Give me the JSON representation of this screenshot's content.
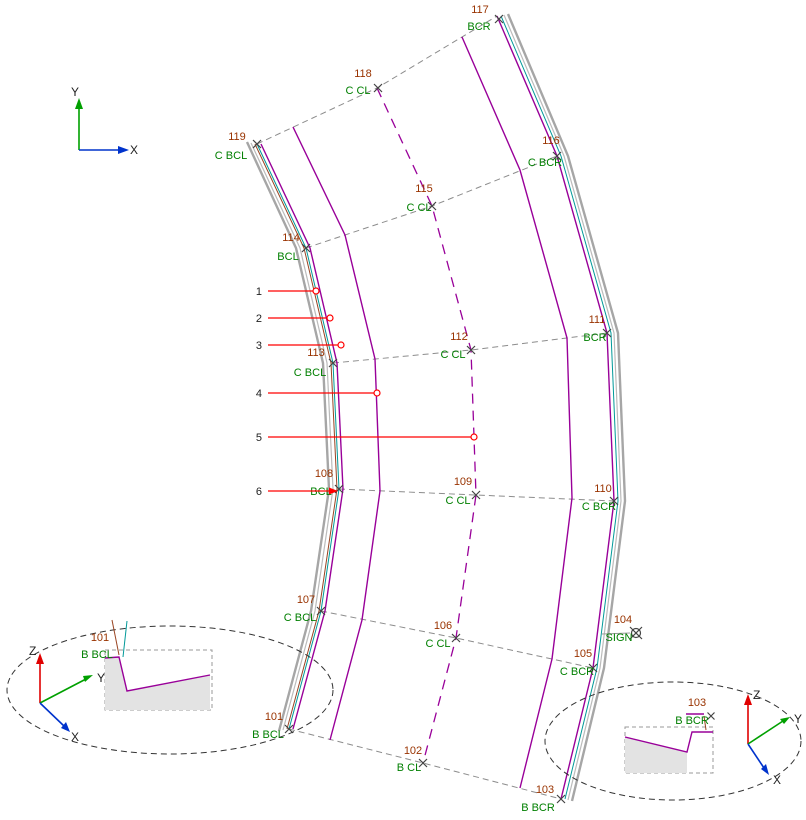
{
  "colors": {
    "point_number": "#993300",
    "point_label": "#007F00",
    "red": "#FF0000",
    "purple": "#990099",
    "teal": "#009999",
    "brown": "#994422",
    "gray": "#A6A6A6",
    "gray_light": "#BBBBBB",
    "dash": "#8C8C8C",
    "black": "#222222",
    "axis_x": "#0033CC",
    "axis_y": "#00A000",
    "axis_z": "#E00000",
    "fill_gray": "#E3E3E3"
  },
  "main_axes": {
    "x": "X",
    "y": "Y"
  },
  "sections": {
    "labels": [
      "1",
      "2",
      "3",
      "4",
      "5",
      "6"
    ]
  },
  "points": [
    {
      "num": "117",
      "label": "BCR"
    },
    {
      "num": "118",
      "label": "C CL"
    },
    {
      "num": "119",
      "label": "C BCL"
    },
    {
      "num": "116",
      "label": "C BCR"
    },
    {
      "num": "115",
      "label": "C CL"
    },
    {
      "num": "114",
      "label": "BCL"
    },
    {
      "num": "113",
      "label": "C BCL"
    },
    {
      "num": "112",
      "label": "C CL"
    },
    {
      "num": "111",
      "label": "BCR"
    },
    {
      "num": "108",
      "label": "BCL"
    },
    {
      "num": "109",
      "label": "C CL"
    },
    {
      "num": "110",
      "label": "C BCR"
    },
    {
      "num": "107",
      "label": "C BCL"
    },
    {
      "num": "106",
      "label": "C CL"
    },
    {
      "num": "105",
      "label": "C BCR"
    },
    {
      "num": "104",
      "label": "SIGN"
    },
    {
      "num": "101",
      "label": "B BCL"
    },
    {
      "num": "102",
      "label": "B CL"
    },
    {
      "num": "103",
      "label": "B BCR"
    }
  ],
  "left_detail": {
    "point": {
      "num": "101",
      "label": "B BCL"
    },
    "axes": {
      "x": "X",
      "y": "Y",
      "z": "Z"
    }
  },
  "right_detail": {
    "point": {
      "num": "103",
      "label": "B BCR"
    },
    "axes": {
      "x": "X",
      "y": "Y",
      "z": "Z"
    }
  }
}
